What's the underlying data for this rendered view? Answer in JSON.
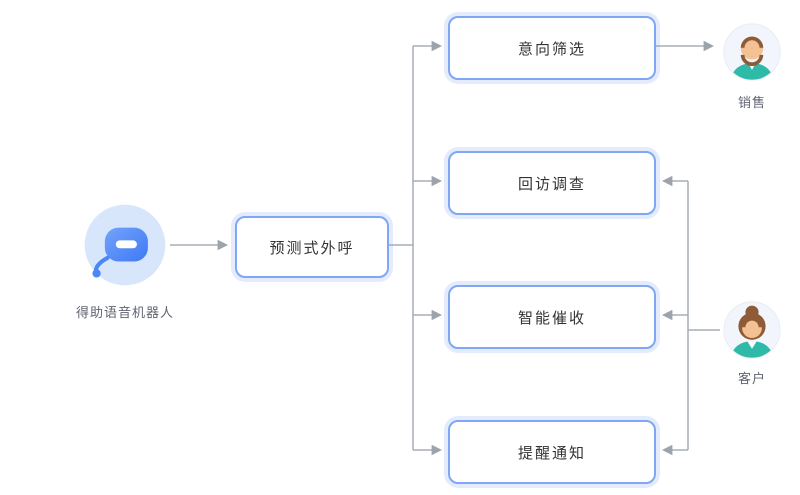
{
  "diagram": {
    "robot": {
      "label": "得助语音机器人"
    },
    "source_node": {
      "label": "预测式外呼"
    },
    "branches": [
      {
        "label": "意向筛选"
      },
      {
        "label": "回访调查"
      },
      {
        "label": "智能催收"
      },
      {
        "label": "提醒通知"
      }
    ],
    "actors": {
      "sales": {
        "label": "销售"
      },
      "customer": {
        "label": "客户"
      }
    },
    "colors": {
      "box_border": "#7FA7F4",
      "box_ring": "#E2EBFC",
      "connector_line": "#A7ADB5",
      "node_text": "#333333",
      "caption_text": "#5F6470",
      "robot_blue": "#4C86F7",
      "robot_bg": "#D8E6FC",
      "shirt_teal": "#2FB9A9",
      "hair_brown": "#8F5B36",
      "skin": "#F3C193"
    }
  }
}
